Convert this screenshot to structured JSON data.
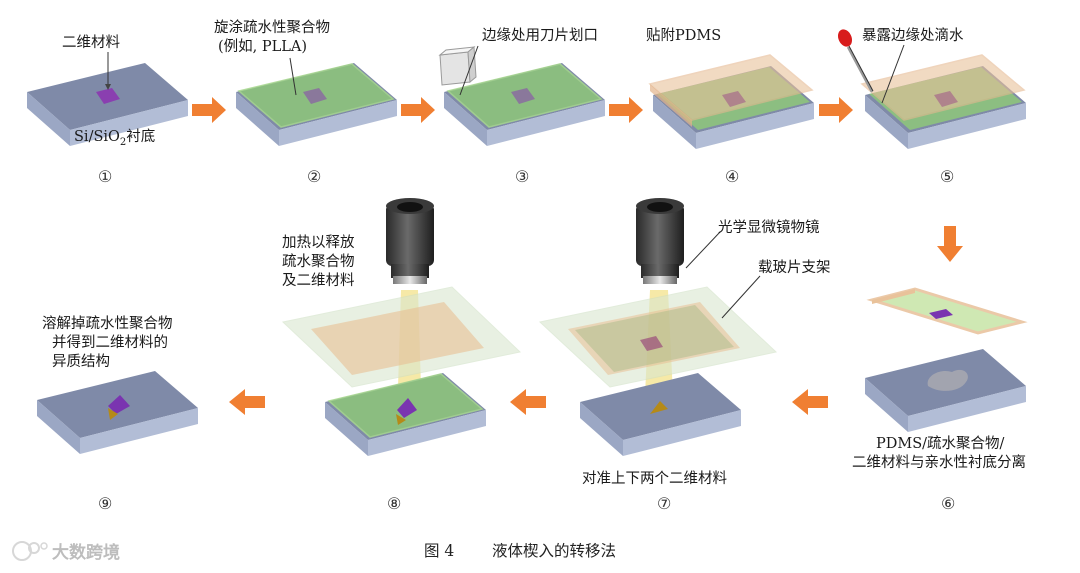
{
  "labels": {
    "l1": "二维材料",
    "l2a": "旋涂疏水性聚合物",
    "l2b": "(例如, PLLA)",
    "l3": "边缘处用刀片划口",
    "l4": "贴附PDMS",
    "l5": "暴露边缘处滴水",
    "substrate_a": "Si/SiO",
    "substrate_sub": "2",
    "substrate_b": "衬底",
    "l6a": "PDMS/疏水聚合物/",
    "l6b": "二维材料与亲水性衬底分离",
    "l7_top": "光学显微镜物镜",
    "l7_holder": "载玻片支架",
    "l7_bottom": "对准上下两个二维材料",
    "l8a": "加热以释放",
    "l8b": "疏水聚合物",
    "l8c": "及二维材料",
    "l9a": "溶解掉疏水性聚合物",
    "l9b": "并得到二维材料的",
    "l9c": "异质结构"
  },
  "step_numbers": [
    "①",
    "②",
    "③",
    "④",
    "⑤",
    "⑥",
    "⑦",
    "⑧",
    "⑨"
  ],
  "caption": {
    "fig": "图 4",
    "title": "液体楔入的转移法"
  },
  "watermark": "大数跨境",
  "colors": {
    "substrate_top": "#7f8aa8",
    "substrate_side": "#9aa6c2",
    "polymer": "#8ec77a",
    "flake": "#8a3fb0",
    "pdms": "#e9c29a",
    "arrow": "#f07f32",
    "beam": "#f3e28a",
    "water": "#d81c1c"
  }
}
